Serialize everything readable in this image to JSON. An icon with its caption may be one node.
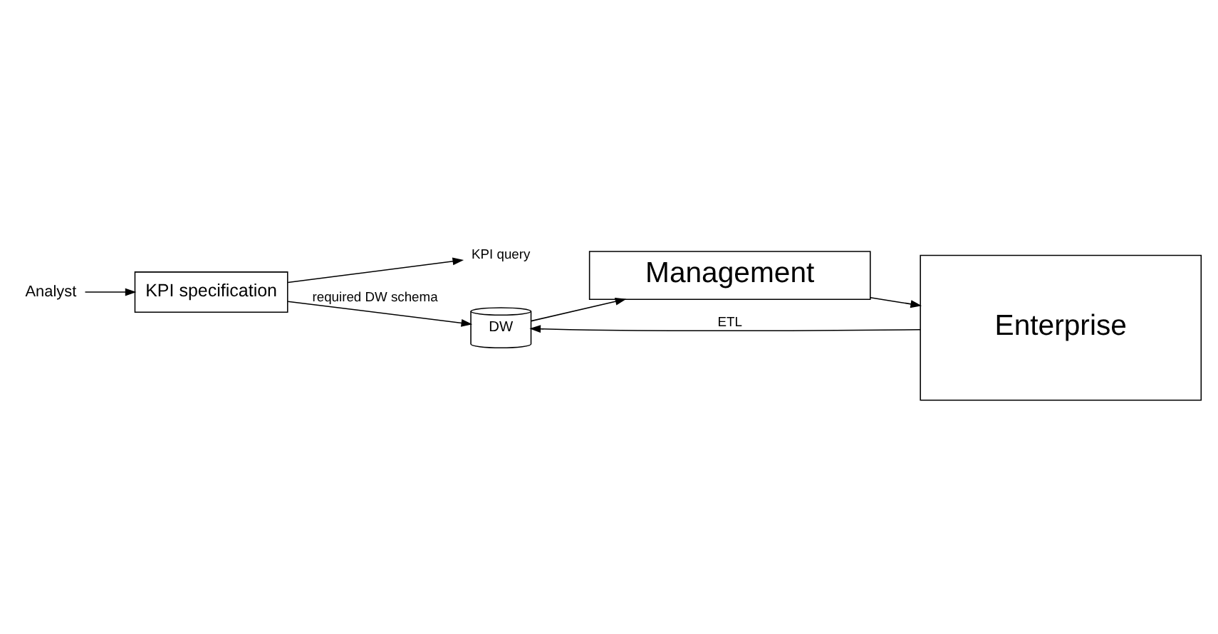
{
  "diagram": {
    "nodes": [
      {
        "text": [
          "Analyst"
        ]
      },
      {
        "text": [
          "KPI specification"
        ]
      },
      {
        "text": [
          "Management"
        ]
      },
      {
        "text": [
          "KPI query"
        ]
      },
      {
        "text": [
          "DW"
        ]
      },
      {
        "text": [
          "Enterprise"
        ]
      }
    ],
    "edges": [
      {
        "from": 0,
        "to": 1,
        "arrow": "to"
      },
      {
        "from": 1,
        "to": 3,
        "arrow": "to"
      },
      {
        "from": 1,
        "to": 4,
        "arrow": "to",
        "label": "required DW schema"
      },
      {
        "from": 4,
        "to": 2,
        "arrow": "to"
      },
      {
        "from": 5,
        "to": 4,
        "arrow": "to",
        "label": "ETL"
      },
      {
        "from": 2,
        "to": 5,
        "arrow": "to"
      }
    ]
  }
}
